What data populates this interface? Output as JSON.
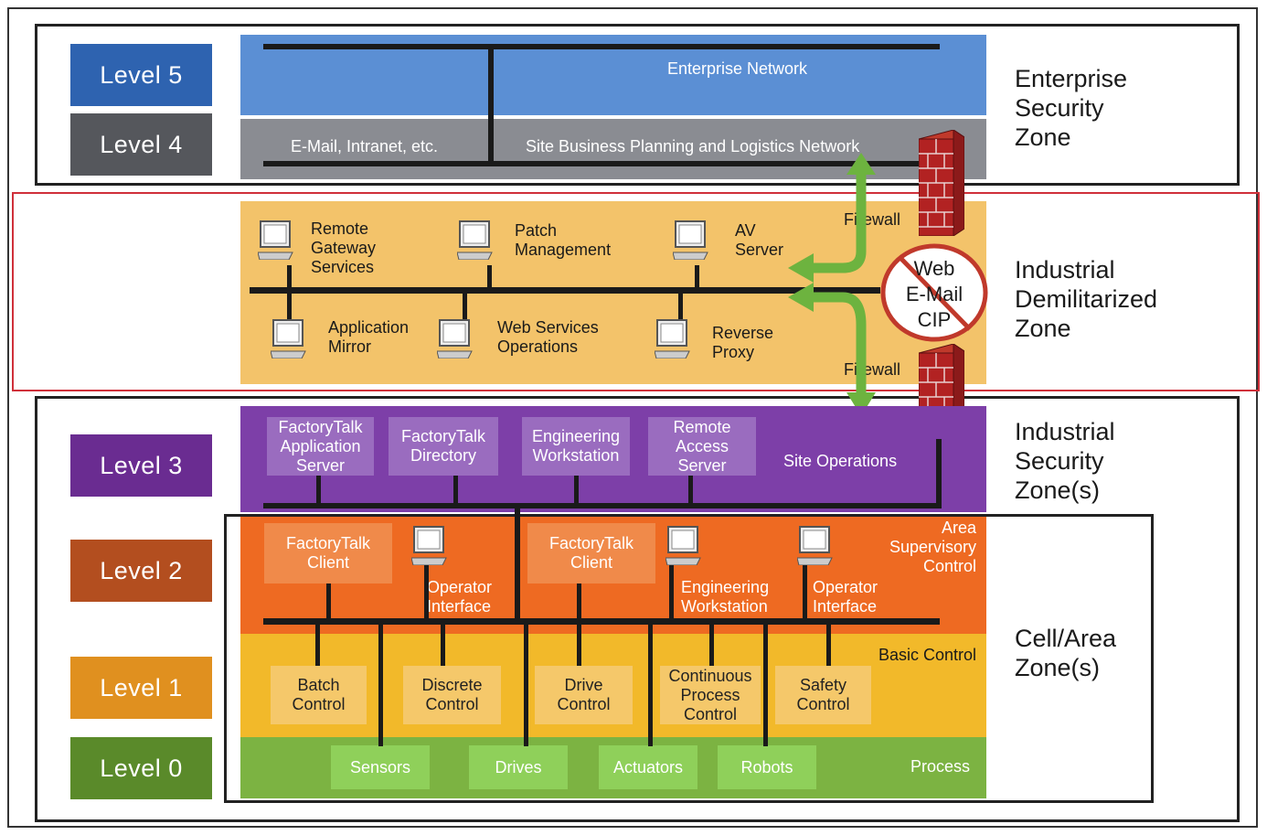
{
  "levels": {
    "l5": "Level 5",
    "l4": "Level 4",
    "l3": "Level 3",
    "l2": "Level 2",
    "l1": "Level 1",
    "l0": "Level 0"
  },
  "zones": {
    "enterprise": "Enterprise\nSecurity\nZone",
    "dmz": "Industrial\nDemilitarized\nZone",
    "industrial": "Industrial\nSecurity\nZone(s)",
    "cell": "Cell/Area\nZone(s)"
  },
  "enterprise": {
    "network": "Enterprise Network",
    "email": "E-Mail, Intranet, etc.",
    "site_business": "Site Business Planning and Logistics Network"
  },
  "dmz": {
    "firewall_top": "Firewall",
    "firewall_bottom": "Firewall",
    "remote_gateway": "Remote\nGateway\nServices",
    "patch": "Patch\nManagement",
    "av": "AV\nServer",
    "app_mirror": "Application\nMirror",
    "web_services": "Web Services\nOperations",
    "reverse_proxy": "Reverse\nProxy",
    "blocked": "Web\nE-Mail\nCIP"
  },
  "level3": {
    "ft_app": "FactoryTalk\nApplication\nServer",
    "ft_dir": "FactoryTalk\nDirectory",
    "eng_ws": "Engineering\nWorkstation",
    "remote_access": "Remote\nAccess\nServer",
    "site_ops": "Site Operations"
  },
  "level2": {
    "ft_client_1": "FactoryTalk\nClient",
    "operator_1": "Operator\nInterface",
    "ft_client_2": "FactoryTalk\nClient",
    "eng_ws": "Engineering\nWorkstation",
    "operator_2": "Operator\nInterface",
    "area": "Area\nSupervisory\nControl"
  },
  "level1": {
    "batch": "Batch\nControl",
    "discrete": "Discrete\nControl",
    "drive": "Drive\nControl",
    "continuous": "Continuous\nProcess\nControl",
    "safety": "Safety\nControl",
    "basic": "Basic Control"
  },
  "level0": {
    "sensors": "Sensors",
    "drives": "Drives",
    "actuators": "Actuators",
    "robots": "Robots",
    "process": "Process"
  },
  "colors": {
    "level5": "#2e63b0",
    "level4": "#55575c",
    "level3": "#6a2c91",
    "level2": "#b34e1f",
    "level1": "#e0901f",
    "level0": "#5a8a2a",
    "enterprise_band": "#5b8fd4",
    "site_band": "#8a8c92",
    "dmz_band": "#f3c36a",
    "l3_band": "#7d3fa8",
    "l2_band": "#ee6a22",
    "l1_band": "#f2b92a",
    "l0_band": "#7cb342",
    "dmz_outline": "#d0303a",
    "arrow": "#6db33f"
  }
}
